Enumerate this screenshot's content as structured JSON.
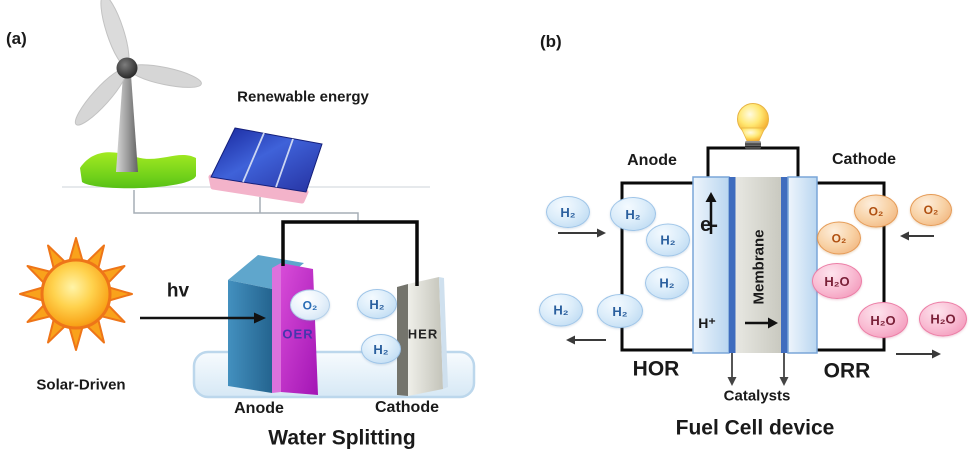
{
  "panel_a": {
    "label": "(a)",
    "renewable_energy_label": "Renewable energy",
    "solar_driven_label": "Solar-Driven",
    "hv_label": "hv",
    "oer_label": "OER",
    "her_label": "HER",
    "anode_label": "Anode",
    "cathode_label": "Cathode",
    "title": "Water Splitting",
    "o2_bubble": "O₂",
    "h2_bubbles": [
      "H₂",
      "H₂"
    ]
  },
  "panel_b": {
    "label": "(b)",
    "anode_label": "Anode",
    "cathode_label": "Cathode",
    "electron_label": "e-",
    "proton_label": "H⁺",
    "membrane_label": "Membrane",
    "catalysts_label": "Catalysts",
    "hor_label": "HOR",
    "orr_label": "ORR",
    "title": "Fuel Cell device",
    "h2_bubbles": [
      "H₂",
      "H₂",
      "H₂",
      "H₂",
      "H₂",
      "H₂"
    ],
    "o2_bubbles": [
      "O₂",
      "O₂",
      "O₂"
    ],
    "h2o_bubbles": [
      "H₂O",
      "H₂O",
      "H₂O"
    ]
  },
  "colors": {
    "anode_face_blue": "#3c85b5",
    "anode_oer_magenta": "#c42ec4",
    "cathode_gray": "#d9d9cf",
    "h2_bubble_blue": "#cfe4f7",
    "o2_bubble_orange": "#f6c392",
    "h2o_bubble_pink": "#f7a8c4",
    "membrane_gray": "#d6d6cf",
    "gas_diffusion_blue": "#cbdff4",
    "catalyst_strip_blue": "#3f6cbe",
    "wire_black": "#0a0a0a",
    "sun_orange": "#f59c1a",
    "hill_green": "#7edc1f",
    "solar_panel_blue": "#2b3fd0"
  }
}
